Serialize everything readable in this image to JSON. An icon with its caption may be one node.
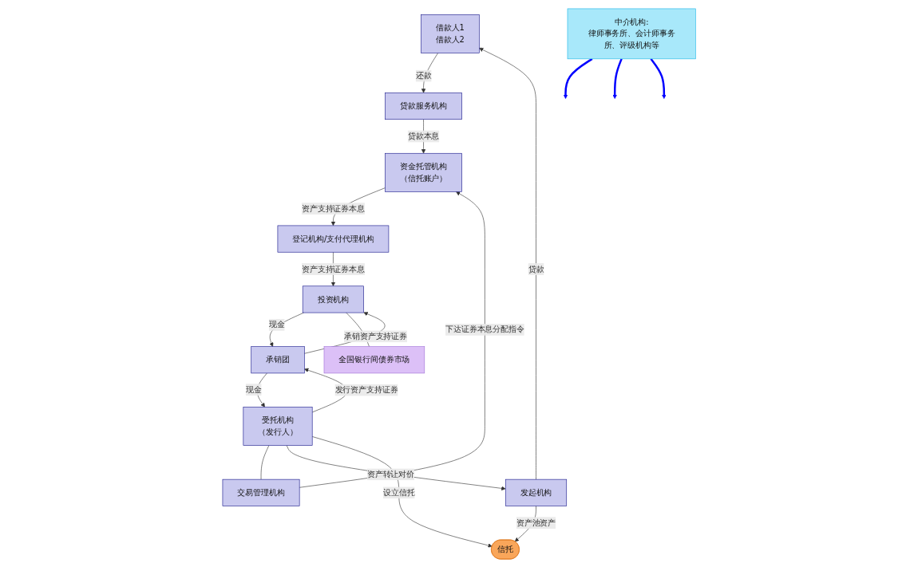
{
  "diagram": {
    "nodes": [
      {
        "text": [
          "借款人1",
          "借款人2"
        ]
      },
      {
        "text": [
          "贷款服务机构"
        ]
      },
      {
        "text": [
          "资金托管机构",
          "（信托账户）"
        ]
      },
      {
        "text": [
          "登记机构/支付代理机构"
        ]
      },
      {
        "text": [
          "交易管理机构"
        ]
      },
      {
        "text": [
          "受托机构",
          "（发行人）"
        ]
      },
      {
        "text": [
          "承销团"
        ]
      },
      {
        "text": [
          "投资机构"
        ]
      },
      {
        "text": [
          "发起机构"
        ]
      },
      {
        "text": [
          "信托"
        ]
      },
      {
        "text": [
          "全国银行间债券市场"
        ]
      },
      {
        "text": [
          "中介机构:",
          "律师事务所、会计师事务所、评级机构等"
        ]
      }
    ],
    "edges": [
      {
        "from": 0,
        "to": 1,
        "arrow": "to",
        "label": "还款"
      },
      {
        "from": 1,
        "to": 2,
        "arrow": "to",
        "label": "贷款本息"
      },
      {
        "from": 2,
        "to": 3,
        "arrow": "to",
        "label": "资产支持证券本息"
      },
      {
        "from": 3,
        "to": 7,
        "arrow": "to",
        "label": "资产支持证券本息"
      },
      {
        "from": 4,
        "to": 2,
        "arrow": "to",
        "label": "下达证券本息分配指令"
      },
      {
        "from": 5,
        "to": 4,
        "arrow": "none"
      },
      {
        "from": 6,
        "to": 5,
        "arrow": "to",
        "label": "现金"
      },
      {
        "from": 5,
        "to": 6,
        "arrow": "to",
        "label": "发行资产支持证券"
      },
      {
        "from": 7,
        "to": 6,
        "arrow": "to",
        "label": "现金"
      },
      {
        "from": 6,
        "to": 7,
        "arrow": "to",
        "label": "承销资产支持证券"
      },
      {
        "from": 5,
        "to": 8,
        "arrow": "to",
        "label": "资产转让对价"
      },
      {
        "from": 8,
        "to": 0,
        "arrow": "to",
        "label": "贷款"
      },
      {
        "from": 8,
        "to": 9,
        "arrow": "to",
        "label": "资产池资产"
      },
      {
        "from": 5,
        "to": 9,
        "arrow": "to",
        "label": "设立信托"
      },
      {
        "from": 7,
        "to": 10,
        "arrow": "none"
      },
      {
        "from": 11,
        "to": null,
        "arrow": "to",
        "style": "thick",
        "color": "#0000ff"
      },
      {
        "from": 11,
        "to": null,
        "arrow": "to",
        "style": "thick",
        "color": "#0000ff"
      },
      {
        "from": 11,
        "to": null,
        "arrow": "to",
        "style": "thick",
        "color": "#0000ff"
      }
    ]
  }
}
